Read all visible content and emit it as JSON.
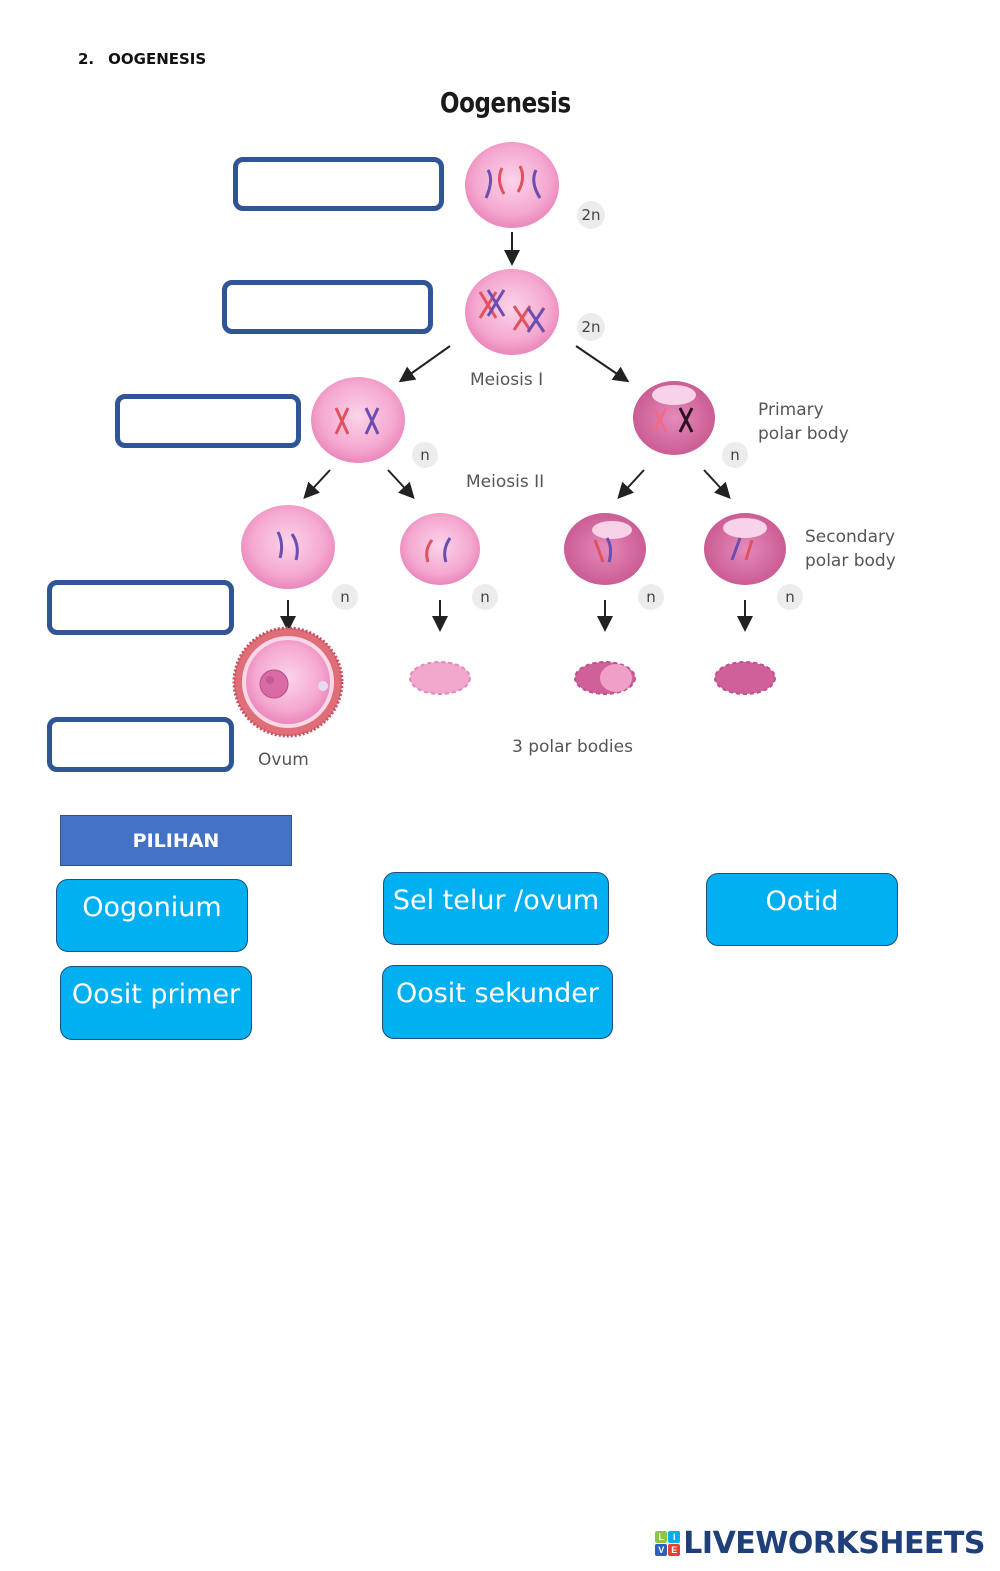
{
  "section": {
    "number": "2.",
    "title": "OOGENESIS"
  },
  "diagram": {
    "title": "Oogenesis",
    "labels": {
      "meiosis1": "Meiosis I",
      "meiosis2": "Meiosis II",
      "primary_polar_line1": "Primary",
      "primary_polar_line2": "polar body",
      "secondary_polar_line1": "Secondary",
      "secondary_polar_line2": "polar body",
      "ovum": "Ovum",
      "polar_bodies": "3 polar bodies"
    },
    "ploidy": {
      "diploid": "2n",
      "haploid": "n"
    },
    "colors": {
      "cell": "#f4a6cf",
      "cell_dark": "#d96aa5",
      "polar": "#d0609a",
      "chrom_red": "#e0525e",
      "chrom_blue": "#6a4fb0"
    }
  },
  "drop_targets": [
    {
      "id": "drop-1",
      "value": ""
    },
    {
      "id": "drop-2",
      "value": ""
    },
    {
      "id": "drop-3",
      "value": ""
    },
    {
      "id": "drop-4",
      "value": ""
    },
    {
      "id": "drop-5",
      "value": ""
    }
  ],
  "options": {
    "header": "PILIHAN",
    "items": [
      "Oogonium",
      "Sel telur /ovum",
      "Ootid",
      "Oosit primer",
      "Oosit sekunder"
    ]
  },
  "brand": {
    "tiles": [
      "L",
      "I",
      "V",
      "E"
    ],
    "name": "LIVEWORKSHEETS",
    "tile_colors": [
      "#8dc63f",
      "#00aeef",
      "#2e5fbf",
      "#e8412c"
    ]
  }
}
